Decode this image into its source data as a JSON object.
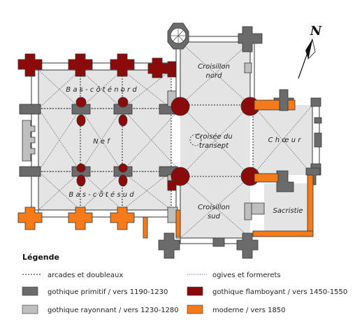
{
  "north": {
    "label": "N"
  },
  "rooms": {
    "north_aisle": "B a s - c ô t é   n o r d",
    "nave": "N e f",
    "south_aisle": "B a s - c ô t é   s u d",
    "north_transept_line1": "Croisillon",
    "north_transept_line2": "nord",
    "crossing_line1": "Croisée du",
    "crossing_line2": "transept",
    "choir": "C h œ u r",
    "south_transept_line1": "Croisillon",
    "south_transept_line2": "sud",
    "sacristy": "Sacristie"
  },
  "legend": {
    "title": "Légende",
    "arcades": "arcades et doubleaux",
    "ogives": "ogives et formerets",
    "primitif": "gothique primitif / vers 1190-1230",
    "flamboyant": "gothique flamboyant / vers 1450-1550",
    "rayonnant": "gothique rayonnant / vers 1230-1280",
    "moderne": "moderne / vers 1850"
  },
  "colors": {
    "primitif": "#6b6b6b",
    "rayonnant": "#bfbfbf",
    "flamboyant": "#8b0a0a",
    "moderne": "#f47a1a",
    "lines": "#333333"
  }
}
